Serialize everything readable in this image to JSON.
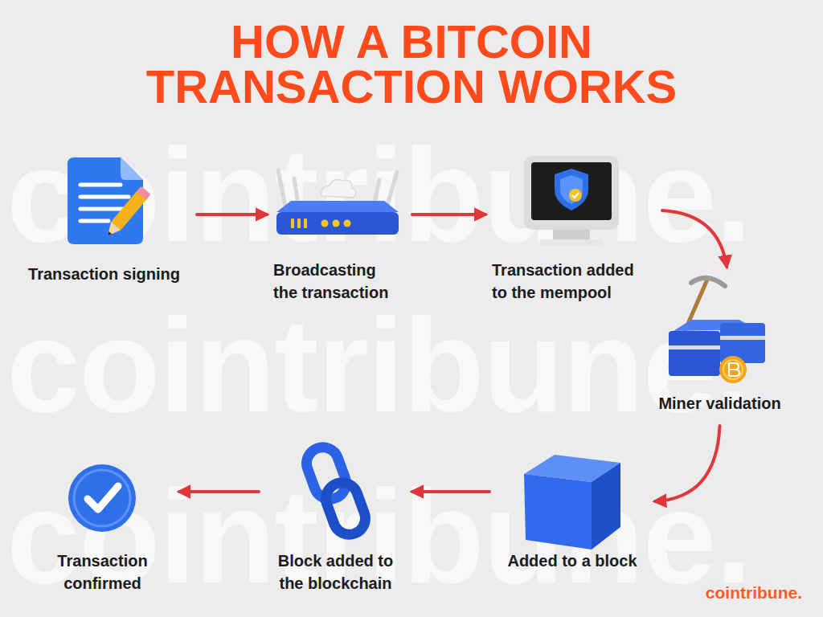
{
  "diagram": {
    "title": "HOW A BITCOIN TRANSACTION WORKS",
    "nodes": [
      {
        "text": [
          "Transaction signing"
        ]
      },
      {
        "text": [
          "Broadcasting the transaction"
        ]
      },
      {
        "text": [
          "Transaction added to the mempool"
        ]
      },
      {
        "text": [
          "Miner validation"
        ]
      },
      {
        "text": [
          "Added to a block"
        ]
      },
      {
        "text": [
          "Block added to the blockchain"
        ]
      },
      {
        "text": [
          "Transaction confirmed"
        ]
      }
    ],
    "edges": [
      {
        "from": 0,
        "to": 1,
        "arrow": "to"
      },
      {
        "from": 1,
        "to": 2,
        "arrow": "to"
      },
      {
        "from": 2,
        "to": 3,
        "arrow": "to"
      },
      {
        "from": 3,
        "to": 4,
        "arrow": "to"
      },
      {
        "from": 4,
        "to": 5,
        "arrow": "to"
      },
      {
        "from": 5,
        "to": 6,
        "arrow": "to"
      }
    ],
    "labels": [
      "cointribune.",
      "cointribune.",
      "cointribune.",
      "cointribune."
    ]
  }
}
